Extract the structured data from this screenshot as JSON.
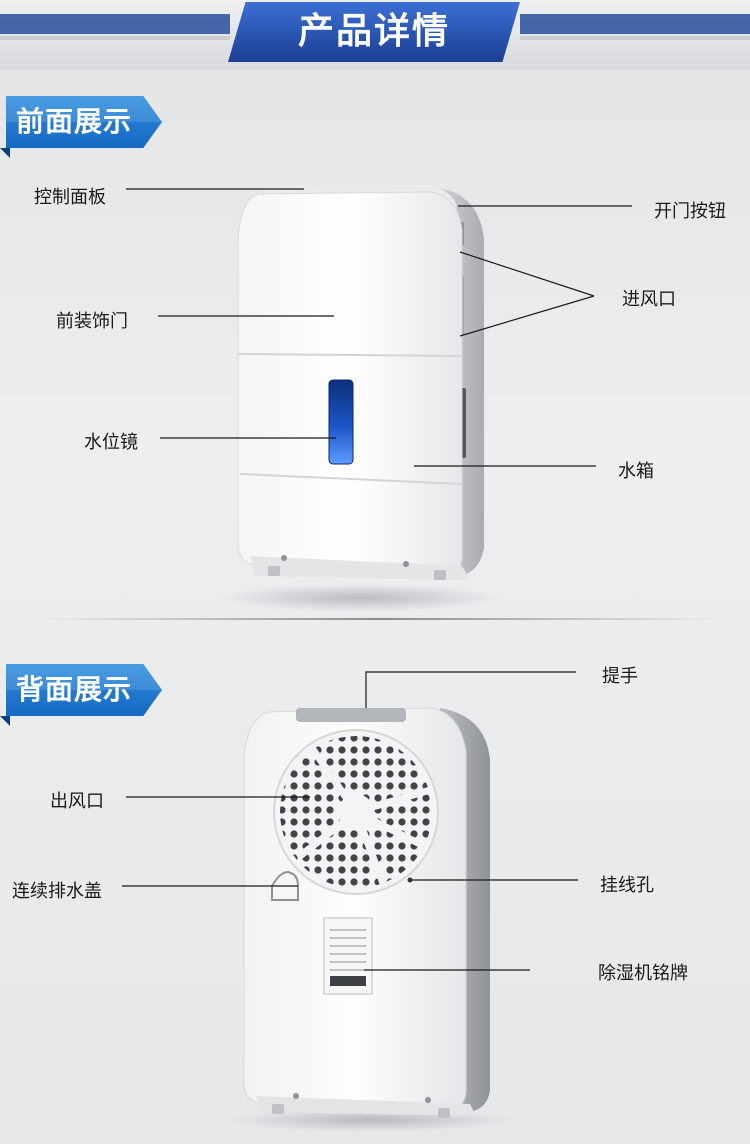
{
  "header": {
    "title": "产品详情"
  },
  "sections": {
    "front": {
      "title": "前面展示"
    },
    "back": {
      "title": "背面展示"
    }
  },
  "front_labels": {
    "control_panel": "控制面板",
    "open_button": "开门按钮",
    "air_inlet": "进风口",
    "front_door": "前装饰门",
    "water_level": "水位镜",
    "water_tank": "水箱"
  },
  "back_labels": {
    "handle": "提手",
    "air_outlet": "出风口",
    "drain_cover": "连续排水盖",
    "hanging_hole": "挂线孔",
    "nameplate": "除湿机铭牌"
  },
  "colors": {
    "banner_blue": "#1b3f94",
    "ribbon_blue": "#1768c2",
    "water_window": "#2f6fe0"
  }
}
